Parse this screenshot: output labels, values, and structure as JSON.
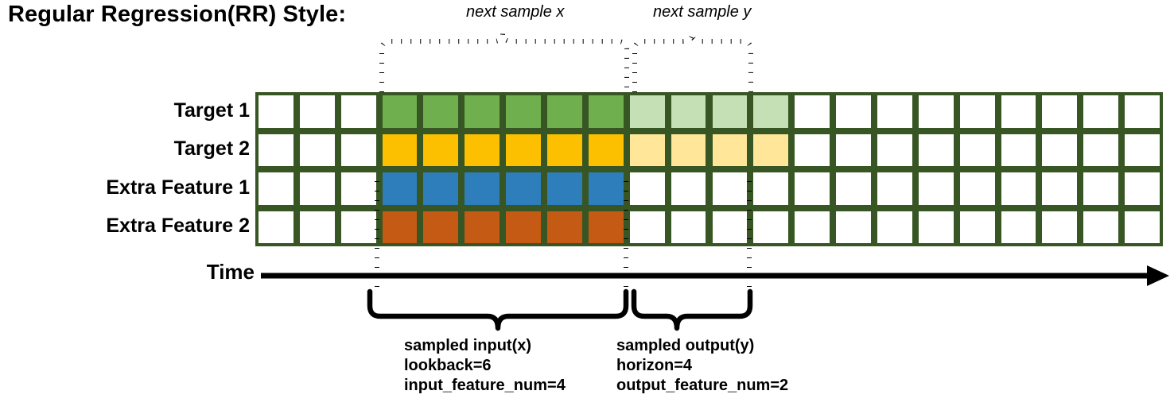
{
  "title": "Regular Regression(RR) Style:",
  "rows": [
    {
      "label": "Target 1",
      "name": "target-1"
    },
    {
      "label": "Target 2",
      "name": "target-2"
    },
    {
      "label": "Extra Feature 1",
      "name": "extra-feature-1"
    },
    {
      "label": "Extra Feature 2",
      "name": "extra-feature-2"
    }
  ],
  "grid": {
    "total_columns": 22,
    "pad_columns": 3,
    "lookback_columns": 6,
    "horizon_columns": 4,
    "row_fills": [
      [
        "#ffffff",
        "#ffffff",
        "#ffffff",
        "#6FAF4E",
        "#6FAF4E",
        "#6FAF4E",
        "#6FAF4E",
        "#6FAF4E",
        "#6FAF4E",
        "#C5E0B4",
        "#C5E0B4",
        "#C5E0B4",
        "#C5E0B4",
        "#ffffff",
        "#ffffff",
        "#ffffff",
        "#ffffff",
        "#ffffff",
        "#ffffff",
        "#ffffff",
        "#ffffff",
        "#ffffff"
      ],
      [
        "#ffffff",
        "#ffffff",
        "#ffffff",
        "#FCC000",
        "#FCC000",
        "#FCC000",
        "#FCC000",
        "#FCC000",
        "#FCC000",
        "#FFE699",
        "#FFE699",
        "#FFE699",
        "#FFE699",
        "#ffffff",
        "#ffffff",
        "#ffffff",
        "#ffffff",
        "#ffffff",
        "#ffffff",
        "#ffffff",
        "#ffffff",
        "#ffffff"
      ],
      [
        "#ffffff",
        "#ffffff",
        "#ffffff",
        "#2E7EBB",
        "#2E7EBB",
        "#2E7EBB",
        "#2E7EBB",
        "#2E7EBB",
        "#2E7EBB",
        "#ffffff",
        "#ffffff",
        "#ffffff",
        "#ffffff",
        "#ffffff",
        "#ffffff",
        "#ffffff",
        "#ffffff",
        "#ffffff",
        "#ffffff",
        "#ffffff",
        "#ffffff",
        "#ffffff"
      ],
      [
        "#ffffff",
        "#ffffff",
        "#ffffff",
        "#C55A15",
        "#C55A15",
        "#C55A15",
        "#C55A15",
        "#C55A15",
        "#C55A15",
        "#ffffff",
        "#ffffff",
        "#ffffff",
        "#ffffff",
        "#ffffff",
        "#ffffff",
        "#ffffff",
        "#ffffff",
        "#ffffff",
        "#ffffff",
        "#ffffff",
        "#ffffff",
        "#ffffff"
      ]
    ]
  },
  "annotations": {
    "top_left": "next sample x",
    "top_right": "next sample y",
    "time_axis_label": "Time",
    "bottom_left": {
      "line1": "sampled input(x)",
      "line2": "lookback=6",
      "line3": "input_feature_num=4"
    },
    "bottom_right": {
      "line1": "sampled output(y)",
      "line2": "horizon=4",
      "line3": "output_feature_num=2"
    }
  },
  "colors": {
    "grid_border": "#375623",
    "target1": "#6FAF4E",
    "target1_light": "#C5E0B4",
    "target2": "#FCC000",
    "target2_light": "#FFE699",
    "extra1": "#2E7EBB",
    "extra2": "#C55A15",
    "axis": "#000000"
  }
}
